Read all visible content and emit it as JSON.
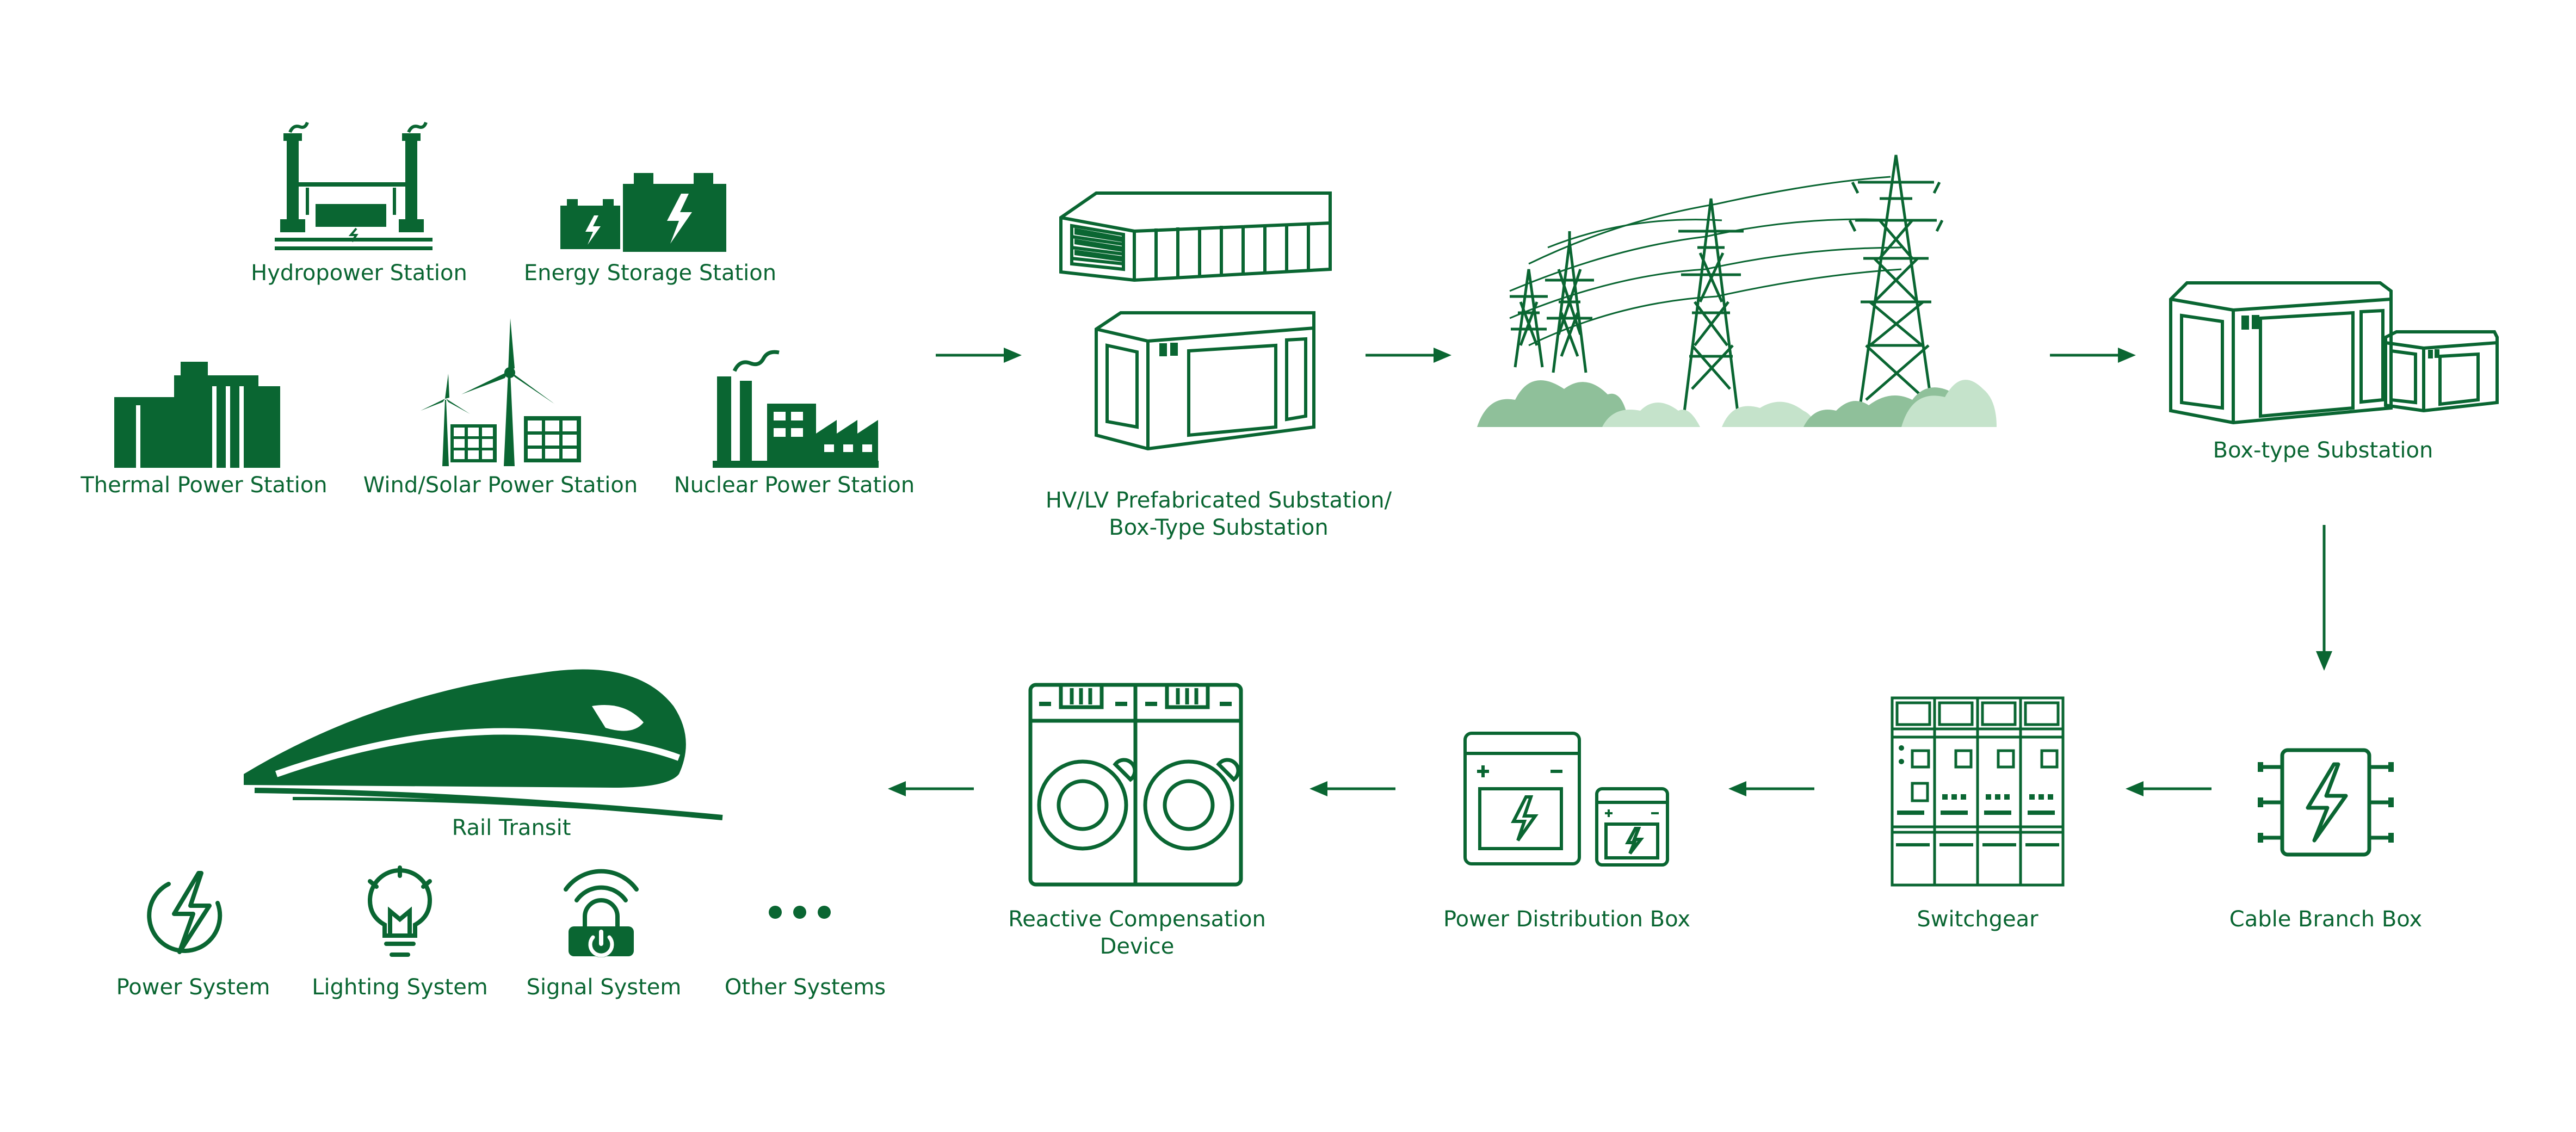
{
  "colors": {
    "primary": "#0a6632",
    "light": "#8fc09a",
    "lighter": "#c5e3cb"
  },
  "sources": {
    "hydropower": "Hydropower Station",
    "energy_storage": "Energy Storage Station",
    "thermal": "Thermal Power Station",
    "wind_solar": "Wind/Solar Power Station",
    "nuclear": "Nuclear Power Station"
  },
  "prefab": {
    "line1": "HV/LV Prefabricated Substation/",
    "line2": "Box-Type Substation"
  },
  "box_type_substation": "Box-type Substation",
  "cable_branch_box": "Cable Branch Box",
  "switchgear": "Switchgear",
  "power_distribution_box": "Power Distribution Box",
  "reactive": {
    "line1": "Reactive Compensation",
    "line2": "Device"
  },
  "rail_transit": "Rail Transit",
  "systems": {
    "power": "Power System",
    "lighting": "Lighting System",
    "signal": "Signal System",
    "other": "Other Systems"
  },
  "icons": {
    "hydropower": "hydropower-station-icon",
    "energy_storage": "battery-icon",
    "thermal": "thermal-plant-icon",
    "wind_solar": "wind-turbine-solar-icon",
    "nuclear": "factory-icon",
    "prefab": "prefabricated-substation-icon",
    "transmission": "transmission-tower-icon",
    "box_type": "box-substation-icon",
    "cable_branch": "cable-branch-box-icon",
    "switchgear": "switchgear-cabinet-icon",
    "distribution": "distribution-box-icon",
    "reactive": "reactive-compensation-icon",
    "rail": "high-speed-train-icon",
    "power_sys": "lightning-bolt-icon",
    "lighting_sys": "light-bulb-icon",
    "signal_sys": "signal-lock-icon",
    "other_sys": "ellipsis-icon"
  }
}
